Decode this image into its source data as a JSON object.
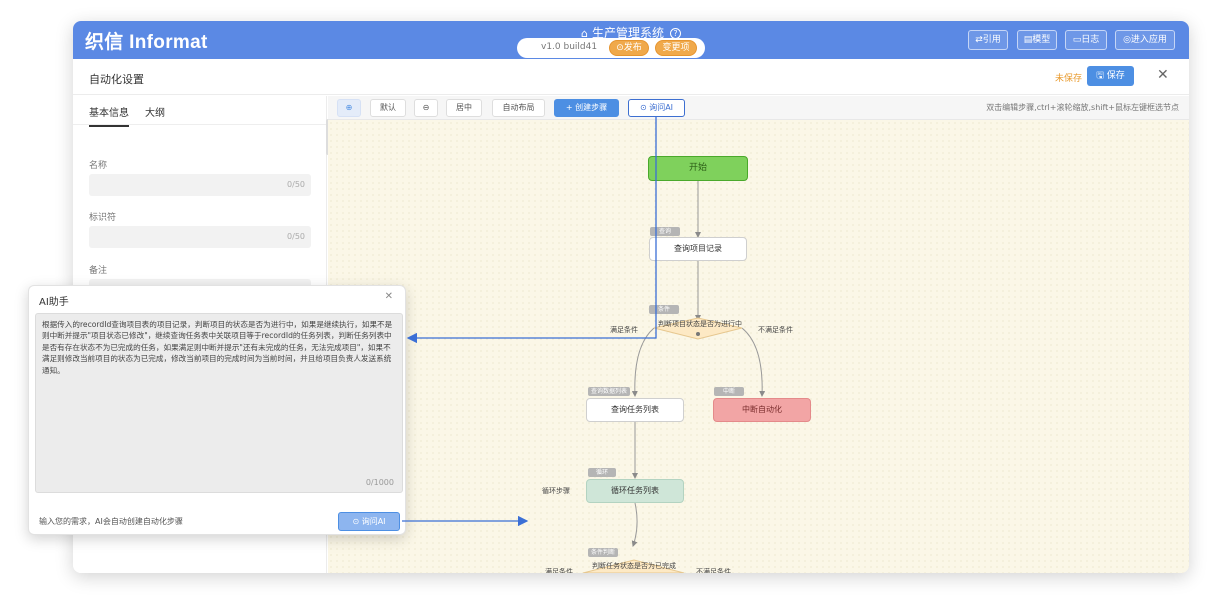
{
  "app": {
    "logo": "织信 Informat",
    "system_title": "生产管理系统",
    "version": "v1.0 build41",
    "publish_label": "发布",
    "changes_label": "变更项",
    "top_buttons": [
      "引用",
      "模型",
      "日志",
      "进入应用"
    ]
  },
  "header": {
    "title": "自动化设置",
    "unsaved": "未保存",
    "save_label": "保存"
  },
  "left_panel": {
    "tabs": [
      "基本信息",
      "大纲"
    ],
    "fields": [
      {
        "label": "名称",
        "count": "0/50"
      },
      {
        "label": "标识符",
        "count": "0/50"
      },
      {
        "label": "备注",
        "count": ""
      }
    ]
  },
  "toolbar": {
    "buttons": [
      "默认",
      "居中",
      "自动布局",
      "+ 创建步骤",
      "询问AI"
    ],
    "hint": "双击编辑步骤,ctrl+滚轮缩放,shift+鼠标左键框选节点"
  },
  "flow": {
    "start": "开始",
    "query_project": "查询项目记录",
    "decision1": "判断项目状态是否为进行中",
    "satisfied": "满足条件",
    "not_satisfied": "不满足条件",
    "query_tasks": "查询任务列表",
    "stop": "中断自动化",
    "loop_tasks": "循环任务列表",
    "loop_step": "循环步骤",
    "decision2": "判断任务状态是否为已完成",
    "tag_query": "查询",
    "tag_cond": "条件",
    "tag_query_list": "查询数据列表",
    "tag_stop": "中断",
    "tag_loop": "循环",
    "tag_cond2": "条件判断"
  },
  "ai": {
    "title": "AI助手",
    "content": "根据传入的recordId查询项目表的项目记录，判断项目的状态是否为进行中，如果是继续执行，如果不是则中断并提示\"项目状态已修改\"，继续查询任务表中关联项目等于recordId的任务列表，判断任务列表中是否有存在状态不为已完成的任务，如果满足则中断并提示\"还有未完成的任务，无法完成项目\"，如果不满足则修改当前项目的状态为已完成，修改当前项目的完成时间为当前时间，并且给项目负责人发送系统通知。",
    "count": "0/1000",
    "prompt": "输入您的需求，AI会自动创建自动化步骤",
    "send_label": "询问AI"
  },
  "colors": {
    "topbar": "#5b89e4",
    "accent": "#4d8fe3",
    "start_node": "#7fd15c",
    "stop_node": "#f2a5a5",
    "decision": "#fde9c4",
    "canvas": "#fbf7e7",
    "arrow": "#3b6fd6"
  }
}
